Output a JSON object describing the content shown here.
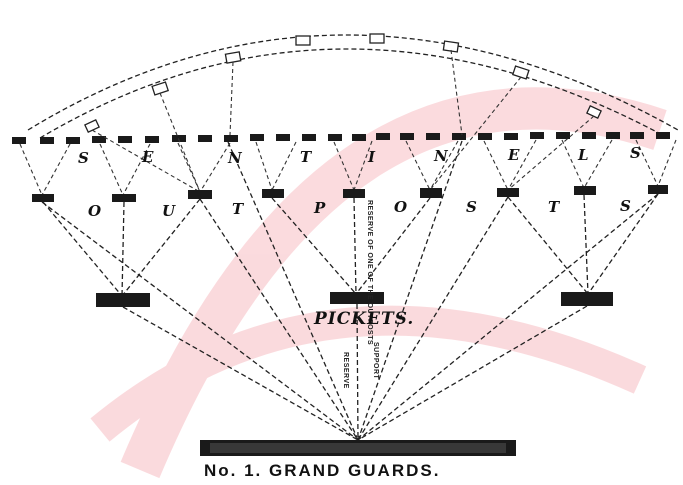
{
  "diagram": {
    "labels": {
      "sentinels": [
        "S",
        "E",
        "N",
        "T",
        "I",
        "N",
        "E",
        "L",
        "S"
      ],
      "outposts": [
        "O",
        "U",
        "T",
        "P",
        "O",
        "S",
        "T",
        "S"
      ],
      "pickets": "PICKETS.",
      "grand_guards": "No. 1. GRAND GUARDS.",
      "reserve_note": "RESERVE OF ONE OF THE OUTPOSTS",
      "support_note": "SUPPORT",
      "support_note2": "RESERVE"
    },
    "colors": {
      "ink": "#1a1a1a",
      "paper": "#ffffff",
      "watermark": "#e83a4a"
    }
  }
}
